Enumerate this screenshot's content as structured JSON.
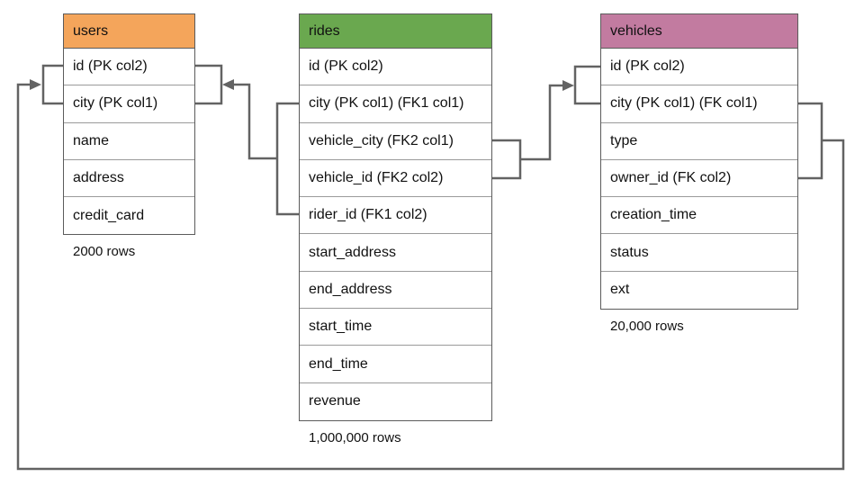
{
  "diagram": {
    "background_color": "#ffffff",
    "line_color": "#636363",
    "tables": [
      {
        "id": "users",
        "title": "users",
        "header_color": "#f4a55b",
        "columns": [
          "id (PK col2)",
          "city (PK col1)",
          "name",
          "address",
          "credit_card"
        ],
        "caption": "2000 rows"
      },
      {
        "id": "rides",
        "title": "rides",
        "header_color": "#6aa84f",
        "columns": [
          "id (PK col2)",
          "city (PK col1) (FK1 col1)",
          "vehicle_city (FK2 col1)",
          "vehicle_id (FK2 col2)",
          "rider_id (FK1 col2)",
          "start_address",
          "end_address",
          "start_time",
          "end_time",
          "revenue"
        ],
        "caption": "1,000,000 rows"
      },
      {
        "id": "vehicles",
        "title": "vehicles",
        "header_color": "#c27ba0",
        "columns": [
          "id (PK col2)",
          "city (PK col1) (FK col1)",
          "type",
          "owner_id (FK col2)",
          "creation_time",
          "status",
          "ext"
        ],
        "caption": "20,000 rows"
      }
    ],
    "relationships": [
      {
        "name": "rides-fk1-to-users",
        "from": "rides (city, rider_id)",
        "to": "users (id, city)"
      },
      {
        "name": "rides-fk2-to-vehicles",
        "from": "rides (vehicle_city, vehicle_id)",
        "to": "vehicles (id, city)"
      },
      {
        "name": "vehicles-fk-to-users",
        "from": "vehicles (city, owner_id)",
        "to": "users (id, city)"
      }
    ]
  }
}
